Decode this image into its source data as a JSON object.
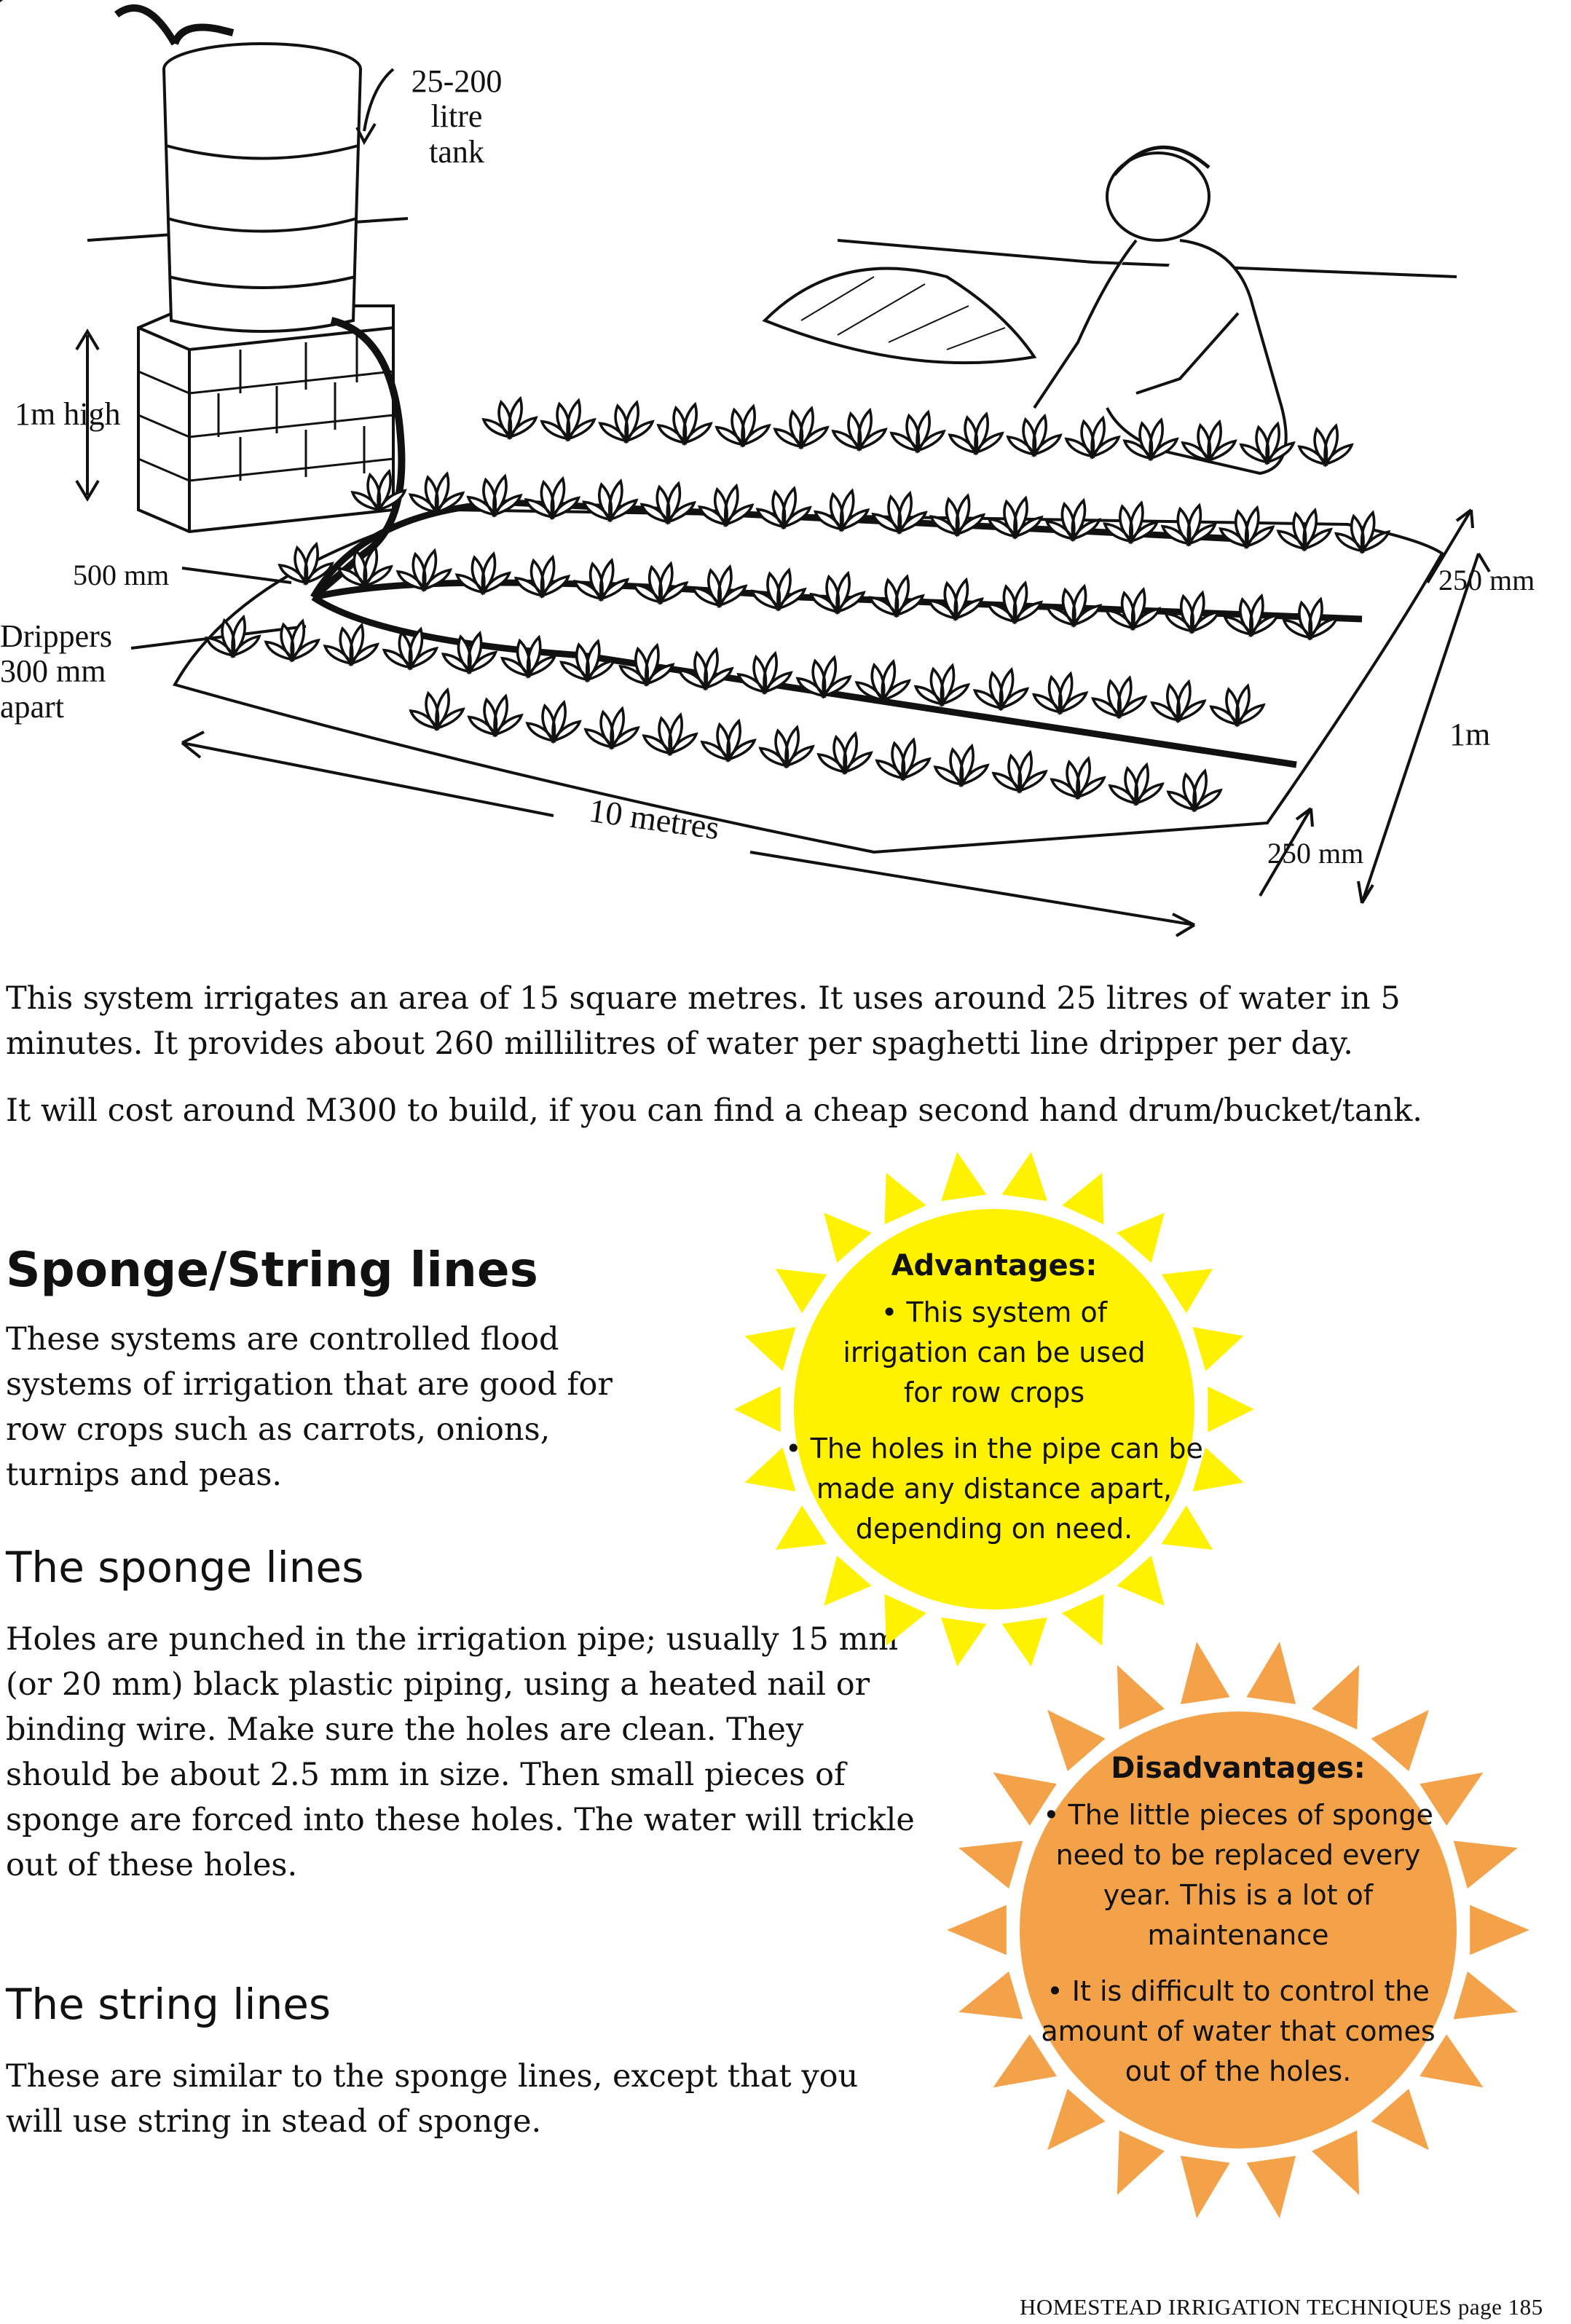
{
  "illustration": {
    "tank_label": [
      "25-200 litre",
      "tank"
    ],
    "height_label": "1m high",
    "spacing_label": "500 mm",
    "drippers_label": [
      "Drippers",
      "300 mm",
      "apart"
    ],
    "length_label": "10 metres",
    "row_gap_label_top": "250 mm",
    "row_gap_label_bottom": "250 mm",
    "width_label": "1m"
  },
  "intro": {
    "p1": "This system irrigates an area of 15 square metres. It uses around 25 litres of water in 5 minutes. It provides about 260 millilitres of water per spaghetti line dripper per day.",
    "p2": "It will cost around M300 to build, if you can find a cheap second hand drum/bucket/tank."
  },
  "section": {
    "title": "Sponge/String lines",
    "intro": "These systems are controlled flood systems of irrigation that are good for row crops such as carrots, onions, turnips and peas.",
    "sponge_title": "The sponge lines",
    "sponge_text": "Holes are punched in the irrigation pipe; usually 15 mm (or 20 mm) black plastic piping,  using a heated nail or binding wire. Make sure the holes are clean. They should be about 2.5 mm in size. Then small pieces of sponge are forced into these holes. The water will trickle out of these holes.",
    "string_title": "The string lines",
    "string_text": "These are similar to the sponge lines, except that you will use string in stead of sponge."
  },
  "advantages": {
    "title": "Advantages:",
    "items": [
      "• This system of irrigation can be used for row crops",
      "• The holes in the pipe can be made any distance apart, depending on need."
    ],
    "color": "#fff200"
  },
  "disadvantages": {
    "title": "Disadvantages:",
    "items": [
      "• The little pieces of sponge need to be replaced every year. This is a lot of maintenance",
      "• It is difficult to control the amount of water that comes out of the holes."
    ],
    "color": "#f4a24a"
  },
  "footer": "HOMESTEAD IRRIGATION TECHNIQUES  page 185"
}
